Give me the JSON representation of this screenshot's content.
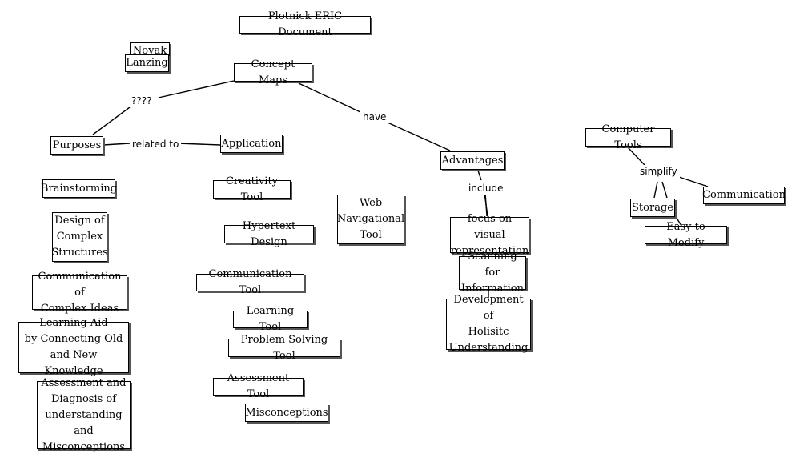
{
  "nodes": {
    "plotnick": "Plotnick ERIC Document",
    "novak": "Novak",
    "lanzing": "Lanzing",
    "concept_maps": "Concept Maps",
    "purposes": "Purposes",
    "application": "Application",
    "advantages": "Advantages",
    "computer_tools": "Computer Tools",
    "brainstorming": "Brainstorming",
    "design_complex": "Design of\nComplex\nStructures",
    "comm_complex": "Communication of\nComplex Ideas",
    "learning_aid": "Learning Aid\nby Connecting Old\nand New Knowledge",
    "assessment_diag": "Assessment and\nDiagnosis of\nunderstanding and\nMisconceptions",
    "creativity": "Creativity Tool",
    "hypertext": "Hypertext Design",
    "comm_tool": "Communication Tool",
    "learning_tool": "Learning Tool",
    "problem_solving": "Problem Solving Tool",
    "assessment_tool": "Assessment Tool",
    "misconceptions": "Misconceptions",
    "web_nav": "Web\nNavigational\nTool",
    "focus_visual": "focus on visual\nrepresentation",
    "scanning": "Scanning for\nInformation",
    "development": "Development of\nHolisitc\nUnderstanding",
    "storage": "Storage",
    "communication": "Communication",
    "easy_modify": "Easy to Modify"
  },
  "link_labels": {
    "unknown": "????",
    "related_to": "related to",
    "have": "have",
    "include": "include",
    "simplify": "simplify"
  }
}
